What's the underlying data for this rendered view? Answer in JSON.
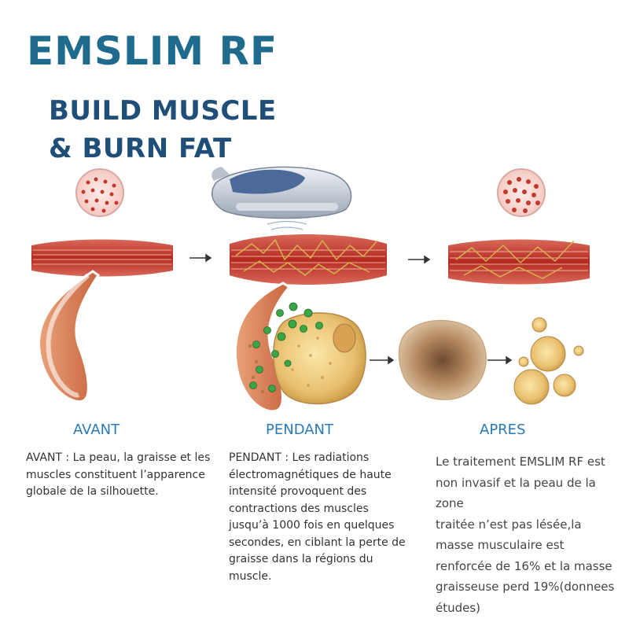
{
  "brand": "EMSLIM RF",
  "headline": {
    "line1": "BUILD MUSCLE",
    "line2": "& BURN FAT"
  },
  "stages": [
    {
      "label": "AVANT",
      "description": "AVANT : La peau, la graisse et les\nmuscles constituent l’apparence\nglobale de la silhouette."
    },
    {
      "label": "PENDANT",
      "description": "PENDANT : Les radiations\nélectromagnétiques de haute\nintensité provoquent des\ncontractions des muscles\njusqu’à 1000 fois en quelques\nsecondes, en ciblant la perte de\ngraisse dans la régions du\nmuscle."
    },
    {
      "label": "APRES",
      "description": "Le traitement EMSLIM RF est\nnon invasif et la peau de la zone\ntraitée n’est pas lésée,la\nmasse musculaire est\nrenforcée de 16% et la masse\ngraisseuse perd 19%(donnees\nétudes)"
    }
  ],
  "colors": {
    "brand": "#1f6b8e",
    "headline": "#1f4e78",
    "stage_label": "#2a7ab8",
    "muscle": "#c0392b",
    "fat_cell": "#e8c070"
  },
  "icons": [
    "skin-sample-icon",
    "muscle-fiber-icon",
    "arrow-right-icon",
    "nerve-fat-icon",
    "emslim-device-icon",
    "fat-cell-icon",
    "energy-particle-icon"
  ]
}
